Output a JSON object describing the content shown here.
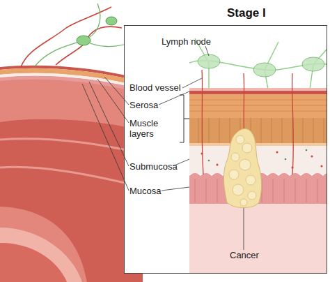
{
  "diagram": {
    "title": "Stage I",
    "labels": [
      "Lymph node",
      "Blood vessel",
      "Serosa",
      "Muscle layers",
      "Submucosa",
      "Mucosa",
      "Cancer"
    ]
  }
}
